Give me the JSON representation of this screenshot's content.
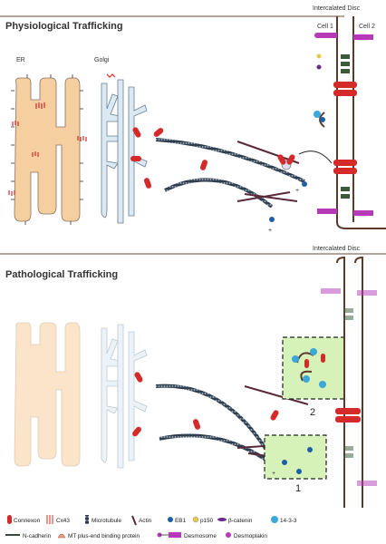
{
  "panels": {
    "physiological": {
      "title": "Physiological Trafficking",
      "disc_label": "Intercalated Disc",
      "er_label": "ER",
      "golgi_label": "Golgi",
      "cell1_label": "Cell 1",
      "cell2_label": "Cell 2"
    },
    "pathological": {
      "title": "Pathological Trafficking",
      "disc_label": "Intercalated Disc",
      "region_1": "1",
      "region_2": "2"
    }
  },
  "legend": {
    "row1": [
      "Connexon",
      "Cx43",
      "Microtubule",
      "Actin",
      "EB1",
      "p150",
      "β-catenin",
      "14-3-3"
    ],
    "row2": [
      "N-cadherin",
      "MT plus-end binding protein",
      "Desmosome",
      "Desmoplakin"
    ]
  },
  "colors": {
    "membrane": "#5a3a2a",
    "connexon": "#d42a2a",
    "er_fill": "#f6cfa0",
    "golgi_fill": "#dbe9f3",
    "microtubule": "#2e3e4e",
    "desmosome": "#b43ab8",
    "cadherin": "#3a4a3a",
    "green_box": "#d6f2b8",
    "eb1": "#1f5fa8",
    "p150": "#e8c94a",
    "blue_1433": "#3aa8d8"
  }
}
